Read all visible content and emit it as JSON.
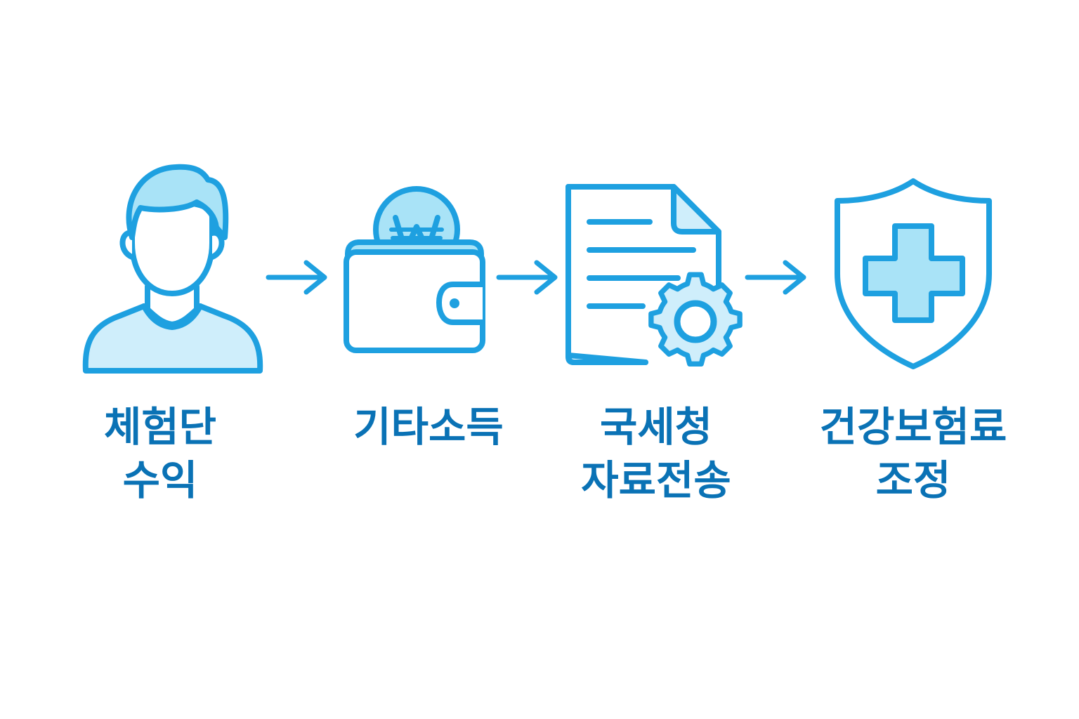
{
  "colors": {
    "stroke": "#1ea0e0",
    "fill_light": "#cfeefb",
    "fill_mid": "#a9e3f7",
    "label_text": "#0a72b5",
    "background": "#ffffff"
  },
  "steps": [
    {
      "icon": "person-icon",
      "lines": [
        "체험단",
        "수익"
      ]
    },
    {
      "icon": "wallet-won-coin-icon",
      "coin_symbol": "₩",
      "lines": [
        "기타소득"
      ]
    },
    {
      "icon": "document-gear-icon",
      "lines": [
        "국세청",
        "자료전송"
      ]
    },
    {
      "icon": "shield-cross-icon",
      "lines": [
        "건강보험료",
        "조정"
      ]
    }
  ],
  "arrows": [
    "arrow-right-icon",
    "arrow-right-icon",
    "arrow-right-icon"
  ]
}
